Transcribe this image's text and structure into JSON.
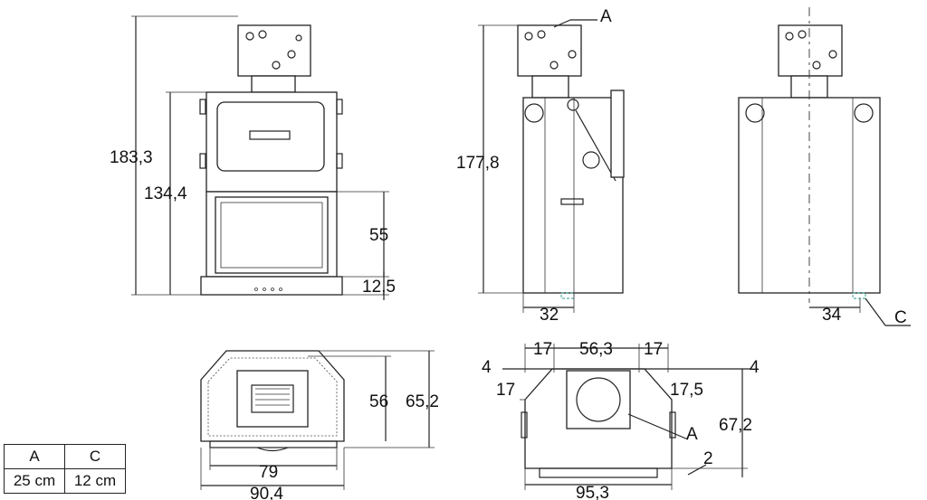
{
  "front_view": {
    "height_total": "183,3",
    "height_body": "134,4",
    "door_height": "55",
    "base_height": "12,5"
  },
  "side_view": {
    "height": "177,8",
    "depth": "32",
    "label_flue": "A"
  },
  "back_view": {
    "width_offset": "34",
    "label_inlet": "C"
  },
  "top_view": {
    "inner_width": "79",
    "outer_width": "90,4",
    "inner_depth": "56",
    "outer_depth": "65,2"
  },
  "bottom_view": {
    "left_17": "17",
    "center_width": "56,3",
    "right_17": "17",
    "left_4": "4",
    "right_4": "4",
    "left_inner_17": "17",
    "right_17_5": "17,5",
    "label_flue": "A",
    "depth": "67,2",
    "edge": "2",
    "width": "95,3"
  },
  "legend": {
    "headers": [
      "A",
      "C"
    ],
    "values": [
      "25 cm",
      "12 cm"
    ]
  }
}
